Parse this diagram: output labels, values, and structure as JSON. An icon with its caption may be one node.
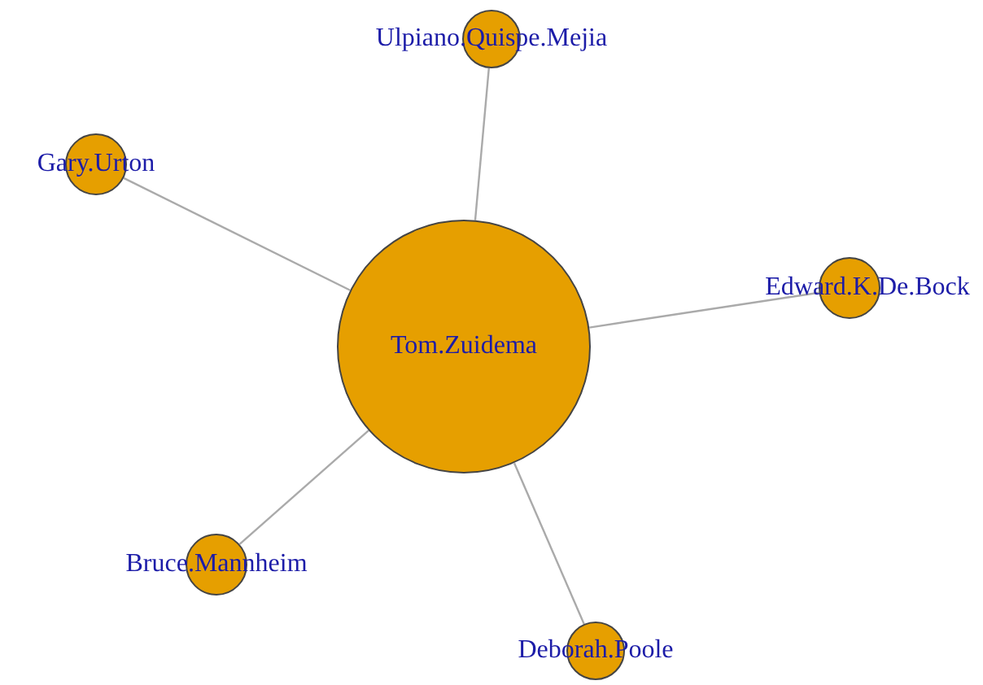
{
  "diagram": {
    "nodes": [
      {
        "text": [
          "Ulpiano.Quispe.Mejia"
        ]
      },
      {
        "text": [
          "Gary.Urton"
        ]
      },
      {
        "text": [
          "Edward.K.De.Bock"
        ]
      },
      {
        "text": [
          "Tom.Zuidema"
        ]
      },
      {
        "text": [
          "Bruce.Mannheim"
        ]
      },
      {
        "text": [
          "Deborah.Poole"
        ]
      }
    ],
    "edges": [
      {
        "from": 3,
        "to": 0,
        "arrow": "none"
      },
      {
        "from": 3,
        "to": 1,
        "arrow": "none"
      },
      {
        "from": 3,
        "to": 2,
        "arrow": "none"
      },
      {
        "from": 3,
        "to": 4,
        "arrow": "none"
      },
      {
        "from": 3,
        "to": 5,
        "arrow": "none"
      }
    ]
  }
}
